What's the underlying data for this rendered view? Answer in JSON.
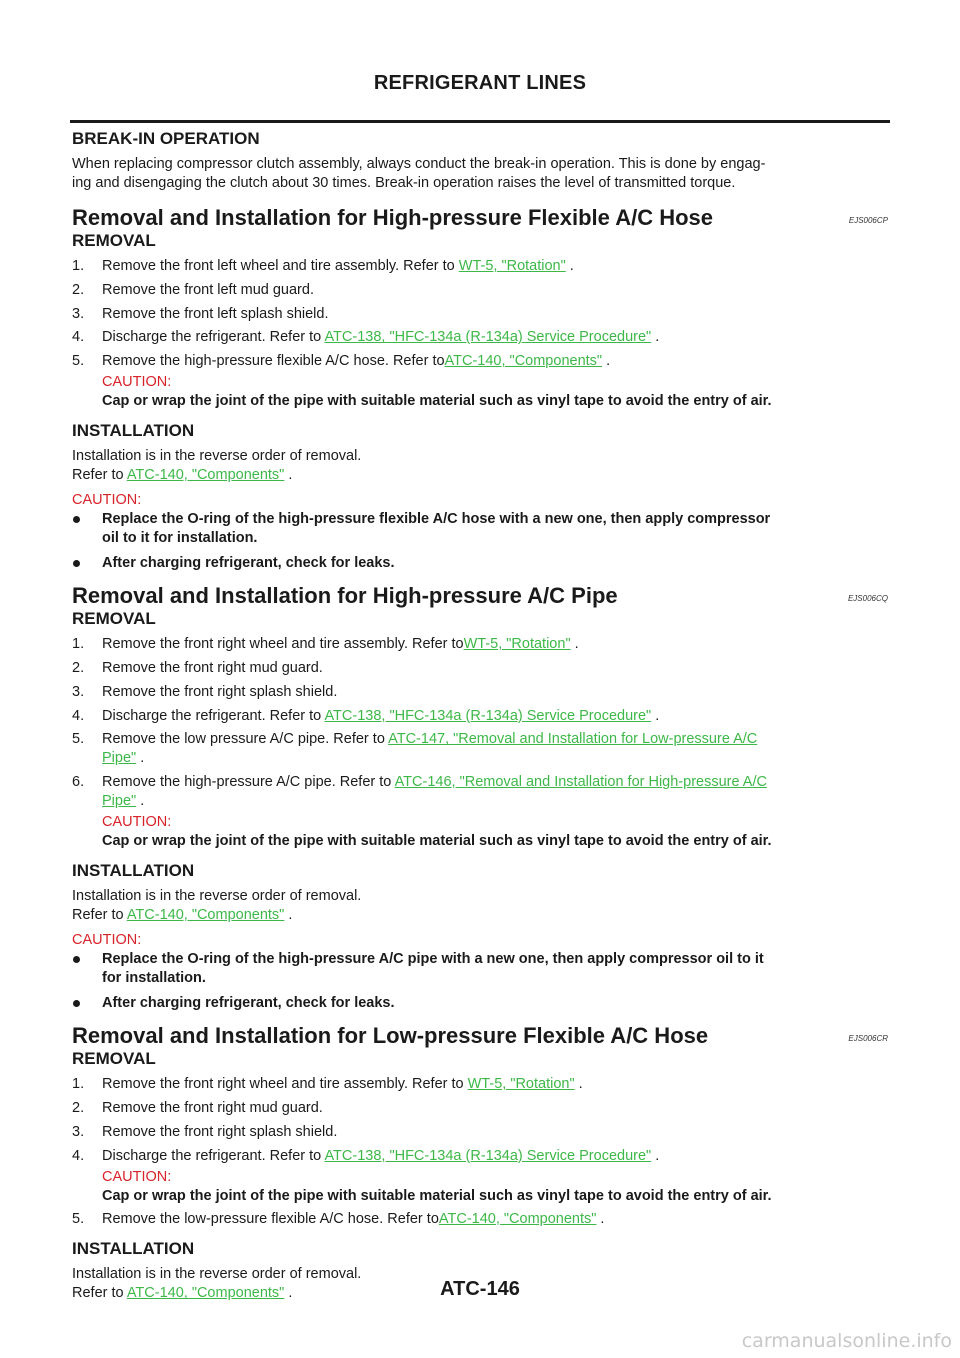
{
  "header": {
    "title": "REFRIGERANT LINES"
  },
  "footer": {
    "page_number": "ATC-146"
  },
  "watermark": "carmanualsonline.info",
  "break_in": {
    "heading": "BREAK-IN OPERATION",
    "text_line1": "When replacing compressor clutch assembly, always conduct the break-in operation. This is done by engag-",
    "text_line2": "ing and disengaging the clutch about 30 times. Break-in operation raises the level of transmitted torque."
  },
  "caution_label": "CAUTION:",
  "caution_cap_text": "Cap or wrap the joint of the pipe with suitable material such as vinyl tape to avoid the entry of air.",
  "install_line1": "Installation is in the reverse order of removal.",
  "refer_to": "Refer to ",
  "period": " .",
  "removal_heading": "REMOVAL",
  "installation_heading": "INSTALLATION",
  "link_components": "ATC-140, \"Components\"",
  "section1": {
    "title": "Removal and Installation for High-pressure Flexible A/C Hose",
    "code": "EJS006CP",
    "steps": [
      {
        "num": "1.",
        "text": "Remove the front left wheel and tire assembly. Refer to ",
        "link": "WT-5, \"Rotation\""
      },
      {
        "num": "2.",
        "text": "Remove the front left mud guard."
      },
      {
        "num": "3.",
        "text": "Remove the front left splash shield."
      },
      {
        "num": "4.",
        "text": "Discharge the refrigerant. Refer to ",
        "link": "ATC-138, \"HFC-134a (R-134a) Service Procedure\""
      },
      {
        "num": "5.",
        "text": "Remove the high-pressure flexible A/C hose. Refer to",
        "link": "ATC-140, \"Components\""
      }
    ],
    "bullets": [
      "Replace the O-ring of the high-pressure flexible A/C hose with a new one, then apply compressor",
      "oil to it for installation.",
      "After charging refrigerant, check for leaks."
    ]
  },
  "section2": {
    "title": "Removal and Installation for High-pressure A/C Pipe",
    "code": "EJS006CQ",
    "steps": [
      {
        "num": "1.",
        "text": "Remove the front right wheel and tire assembly. Refer to",
        "link": "WT-5, \"Rotation\""
      },
      {
        "num": "2.",
        "text": "Remove the front right mud guard."
      },
      {
        "num": "3.",
        "text": "Remove the front right splash shield."
      },
      {
        "num": "4.",
        "text": "Discharge the refrigerant. Refer to ",
        "link": "ATC-138, \"HFC-134a (R-134a) Service Procedure\""
      },
      {
        "num": "5.",
        "text": "Remove the low pressure A/C pipe. Refer to ",
        "link1": "ATC-147, \"Removal and Installation for Low-pressure A/C",
        "link2": "Pipe\""
      },
      {
        "num": "6.",
        "text": "Remove the high-pressure A/C pipe. Refer to ",
        "link1": "ATC-146, \"Removal and Installation for High-pressure A/C",
        "link2": "Pipe\""
      }
    ],
    "bullets": [
      "Replace the O-ring of the high-pressure A/C pipe with a new one, then apply compressor oil to it",
      "for installation.",
      "After charging refrigerant, check for leaks."
    ]
  },
  "section3": {
    "title": "Removal and Installation for Low-pressure Flexible A/C Hose",
    "code": "EJS006CR",
    "steps": [
      {
        "num": "1.",
        "text": "Remove the front right wheel and tire assembly. Refer to ",
        "link": "WT-5, \"Rotation\""
      },
      {
        "num": "2.",
        "text": "Remove the front right mud guard."
      },
      {
        "num": "3.",
        "text": "Remove the front right splash shield."
      },
      {
        "num": "4.",
        "text": "Discharge the refrigerant. Refer to ",
        "link": "ATC-138, \"HFC-134a (R-134a) Service Procedure\""
      },
      {
        "num": "5.",
        "text": "Remove the low-pressure flexible A/C hose. Refer to",
        "link": "ATC-140, \"Components\""
      }
    ]
  }
}
